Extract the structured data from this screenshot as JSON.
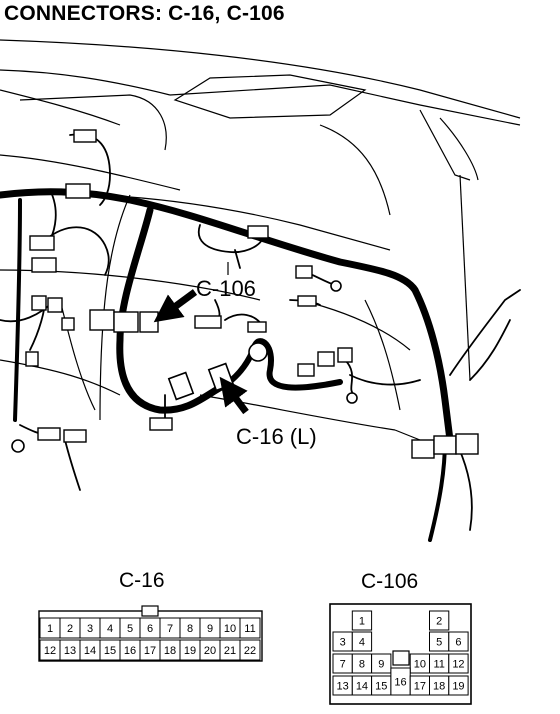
{
  "title": "CONNECTORS: C-16, C-106",
  "callouts": {
    "c106": "C-106",
    "c16": "C-16 (L)"
  },
  "connector_views": {
    "c16": {
      "label": "C-16",
      "row1": [
        "1",
        "2",
        "3",
        "4",
        "5",
        "6",
        "7",
        "8",
        "9",
        "10",
        "11"
      ],
      "row2": [
        "12",
        "13",
        "14",
        "15",
        "16",
        "17",
        "18",
        "19",
        "20",
        "21",
        "22"
      ]
    },
    "c106": {
      "label": "C-106",
      "row1": [
        "1",
        "2"
      ],
      "row2": [
        "3",
        "4",
        "5",
        "6"
      ],
      "row3": [
        "7",
        "8",
        "9",
        "10",
        "11",
        "12"
      ],
      "row4": [
        "13",
        "14",
        "15",
        "16",
        "17",
        "18",
        "19"
      ]
    }
  }
}
